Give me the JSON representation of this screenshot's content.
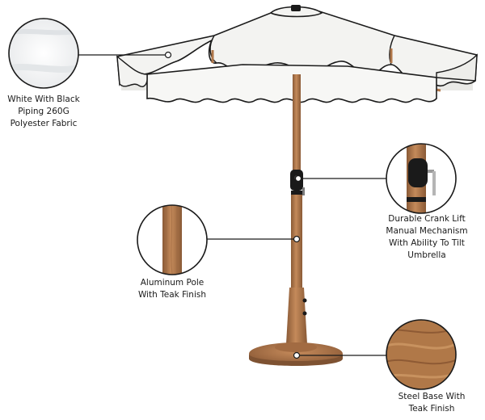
{
  "callouts": {
    "fabric": {
      "lines": [
        "White With Black",
        "Piping 260G",
        "Polyester Fabric"
      ]
    },
    "crank": {
      "lines": [
        "Durable Crank Lift",
        "Manual Mechanism",
        "With Ability To Tilt",
        "Umbrella"
      ]
    },
    "pole": {
      "lines": [
        "Aluminum Pole",
        "With Teak Finish"
      ]
    },
    "base": {
      "lines": [
        "Steel Base With",
        "Teak Finish"
      ]
    }
  },
  "colors": {
    "canopy": "#f3f3f1",
    "piping": "#1a1a1a",
    "teak": "#b0774a",
    "teak_dark": "#8a5a36",
    "leader": "#1a1a1a"
  }
}
